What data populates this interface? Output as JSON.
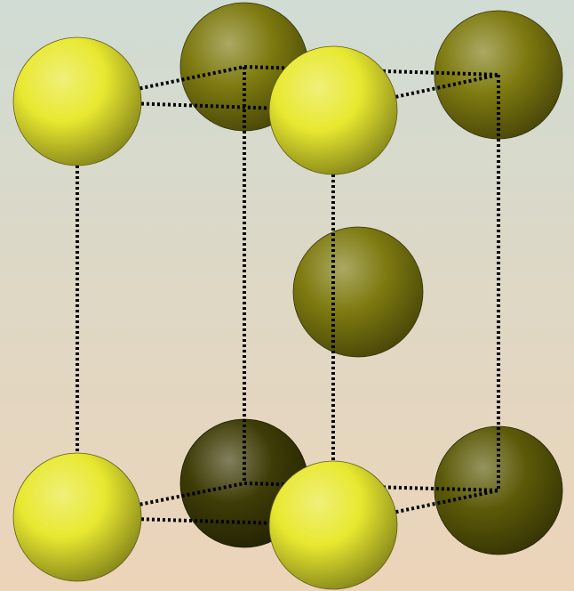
{
  "diagram": {
    "subject": "unit-cell",
    "background": {
      "top": "#d0dcd4",
      "middle": "#ddd8c6",
      "bottom": "#ecd4b8"
    },
    "atom_colors": {
      "bright": "#e8e830",
      "medium": "#9e9a1c",
      "olive": "#7e7a10",
      "dark": "#5c5a08",
      "darkest": "#3e3c06"
    },
    "edge_style": {
      "color": "#000000",
      "dash": "dotted"
    },
    "atoms": [
      {
        "id": "back-top-left",
        "shade": "olive"
      },
      {
        "id": "back-top-right",
        "shade": "olive"
      },
      {
        "id": "front-top-left",
        "shade": "bright"
      },
      {
        "id": "front-top-right",
        "shade": "bright"
      },
      {
        "id": "center",
        "shade": "olive"
      },
      {
        "id": "back-bottom-left",
        "shade": "darkest"
      },
      {
        "id": "back-bottom-right",
        "shade": "dark"
      },
      {
        "id": "front-bottom-left",
        "shade": "bright"
      },
      {
        "id": "front-bottom-right",
        "shade": "bright"
      }
    ]
  }
}
